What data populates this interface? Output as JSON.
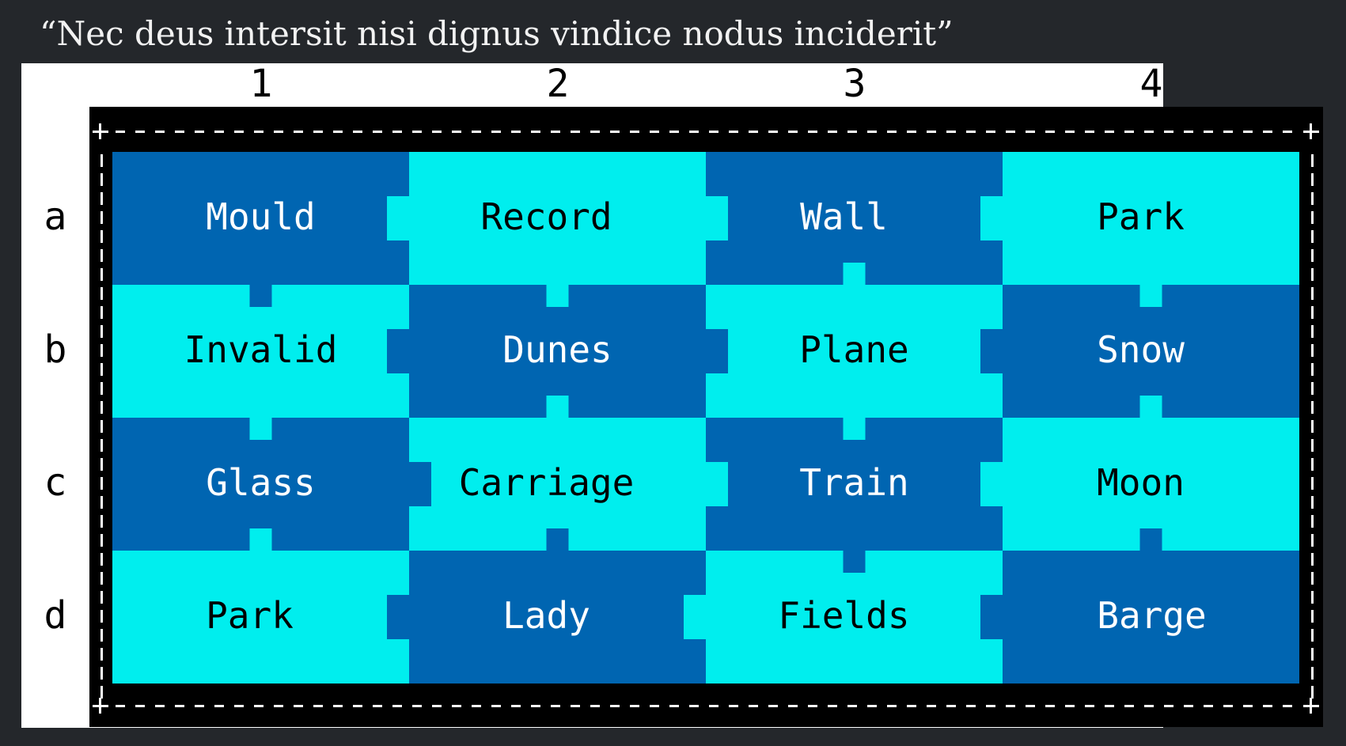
{
  "quote": "“Nec deus intersit nisi dignus vindice nodus inciderit”",
  "columns": [
    "1",
    "2",
    "3",
    "4"
  ],
  "rows": [
    "a",
    "b",
    "c",
    "d"
  ],
  "colors": {
    "dark_tile": "#0065b1",
    "light_tile": "#00eeee",
    "dark_text": "#ffffff",
    "light_text": "#000000",
    "frame": "#000000",
    "border_chars": "#ffffff"
  },
  "tiles": [
    [
      "Mould",
      "Record",
      "Wall",
      "Park"
    ],
    [
      "Invalid",
      "Dunes",
      "Plane",
      "Snow"
    ],
    [
      "Glass",
      "Carriage",
      "Train",
      "Moon"
    ],
    [
      "Park",
      "Lady",
      "Fields",
      "Barge"
    ]
  ]
}
